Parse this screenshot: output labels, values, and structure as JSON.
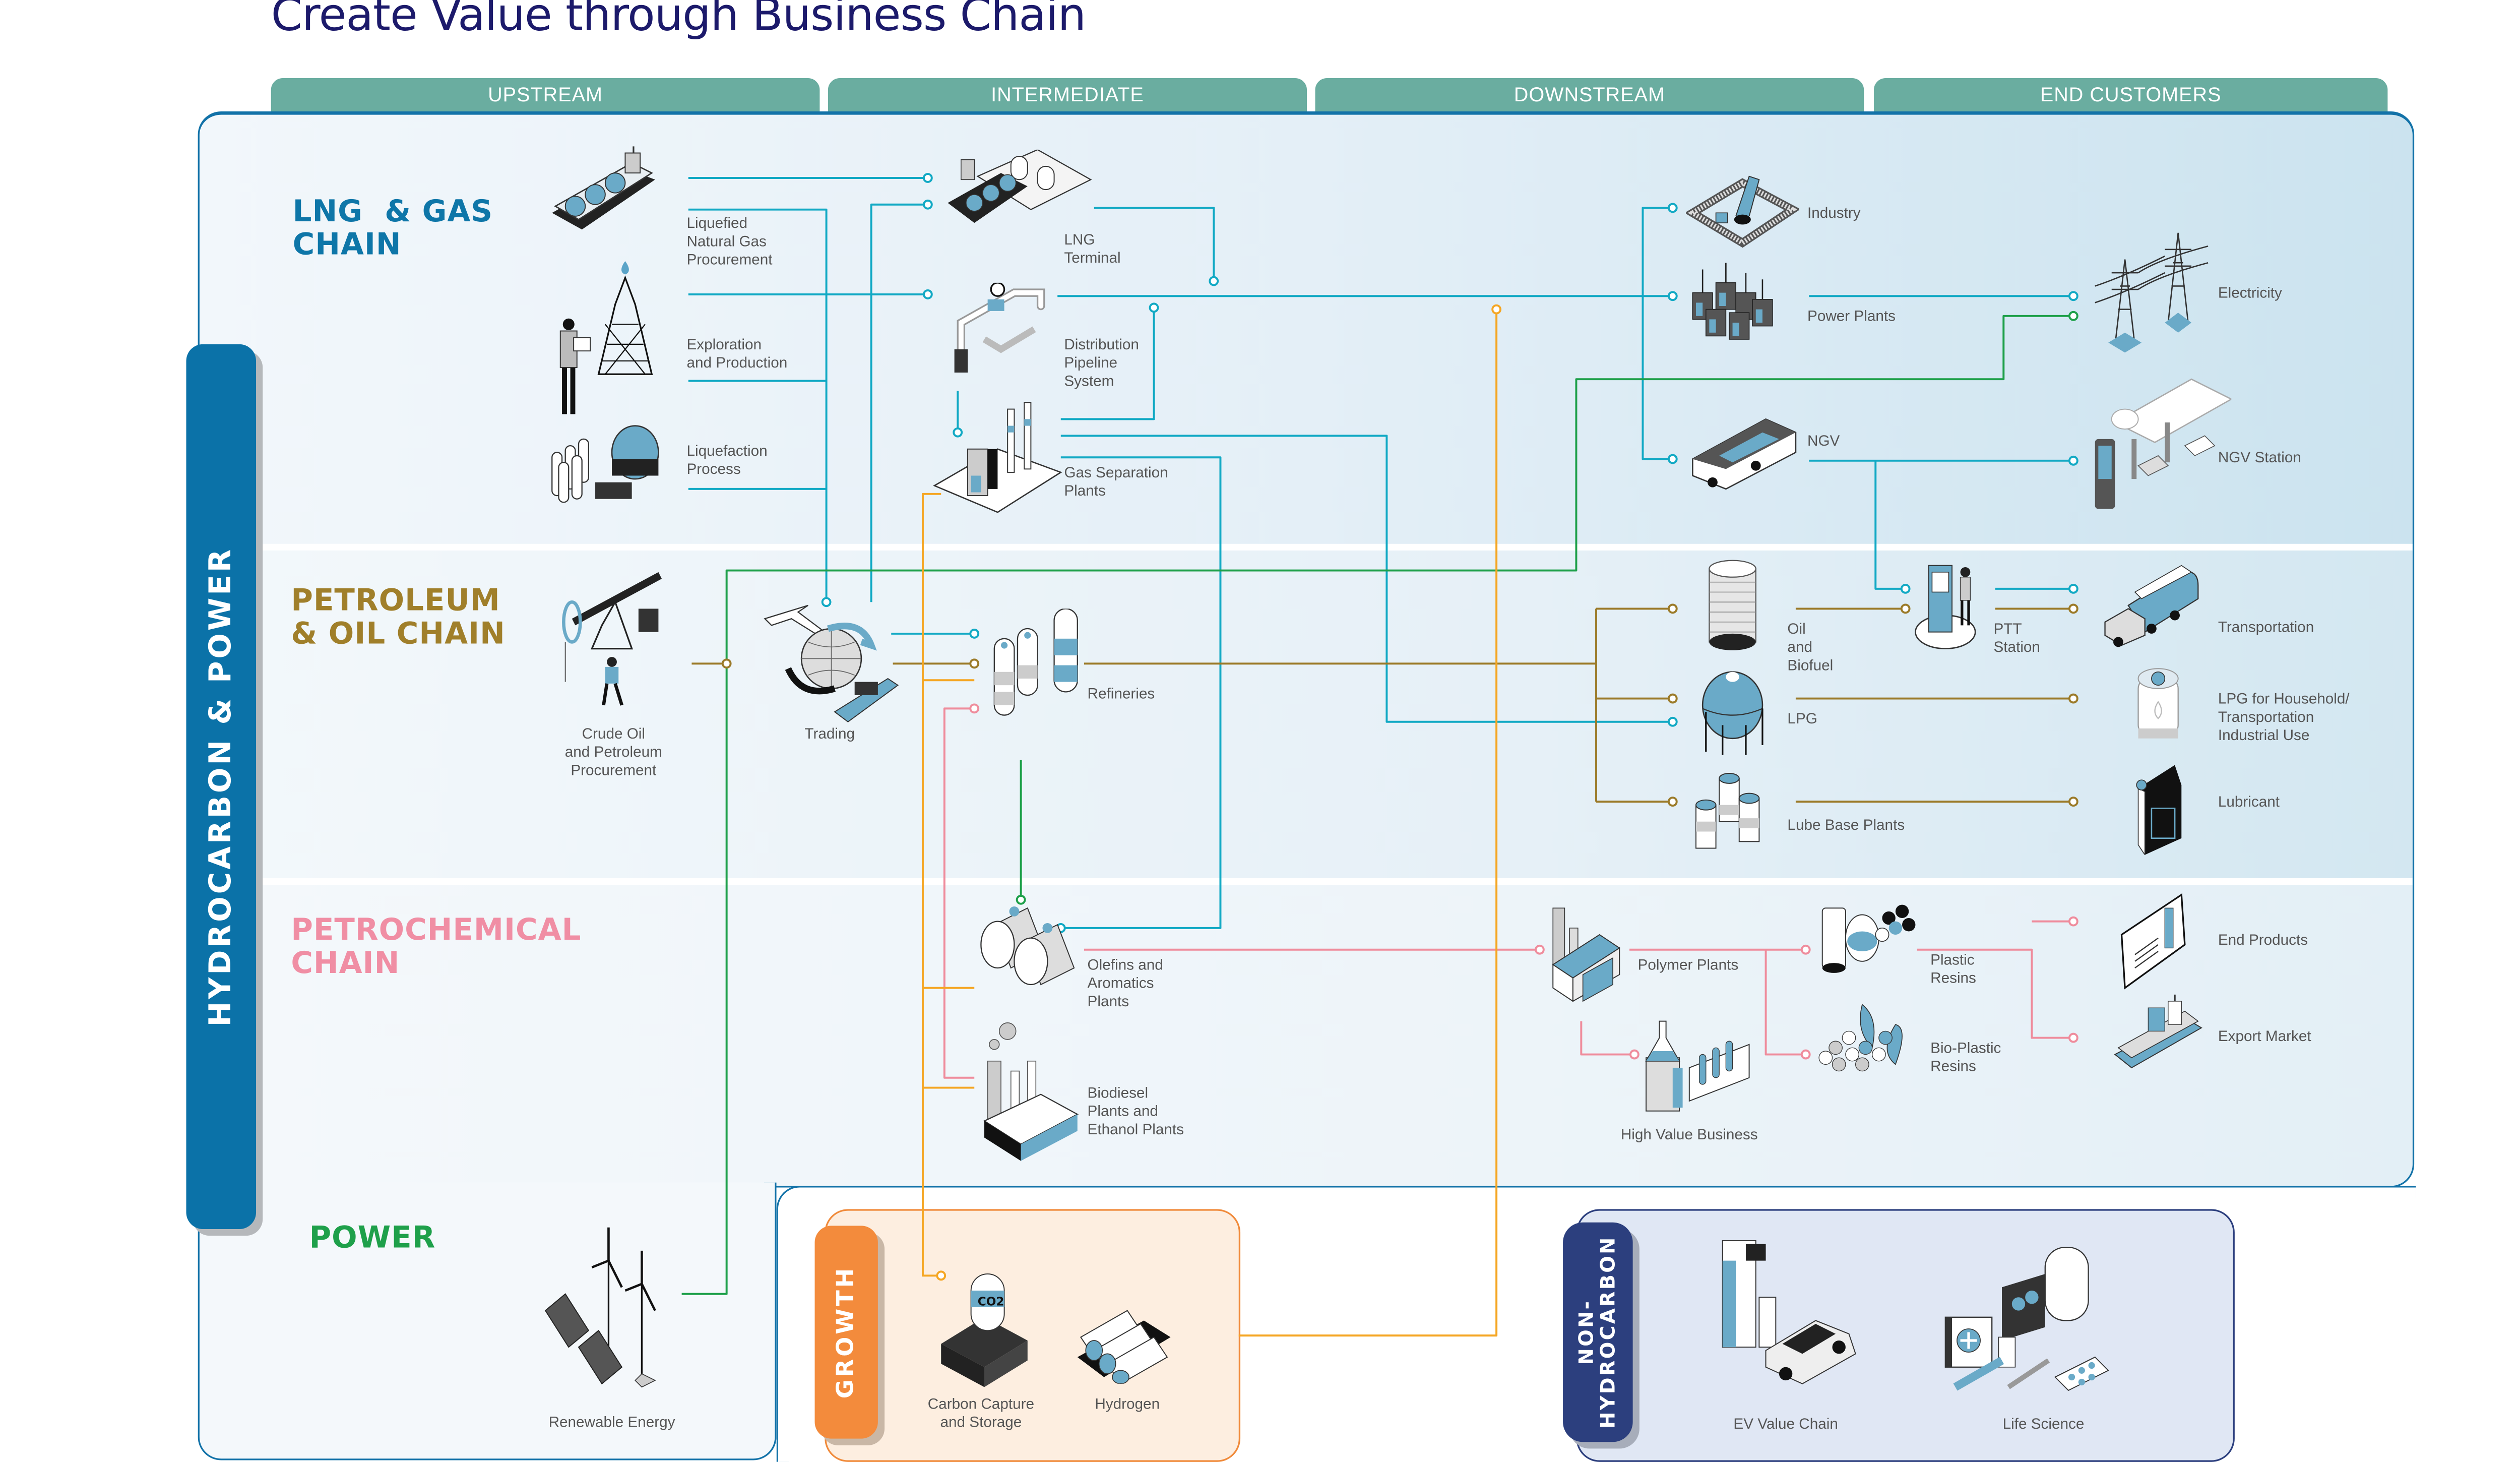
{
  "title": "Create Value through Business Chain",
  "stages": [
    "UPSTREAM",
    "INTERMEDIATE",
    "DOWNSTREAM",
    "END CUSTOMERS"
  ],
  "group_tabs": {
    "hydrocarbon": "HYDROCARBON & POWER",
    "growth": "GROWTH",
    "non_hydrocarbon": "NON-\nHYDROCARBON"
  },
  "colors": {
    "lng": "#0e76a8",
    "petroleum": "#a07f2a",
    "petrochemical": "#f08ea4",
    "power": "#1ea04a",
    "line_cyan": "#12a9c4",
    "line_gold": "#9b7a28",
    "line_pink": "#ef8c9c",
    "line_green": "#1ea04a",
    "line_orange": "#f5a623",
    "tab_teal": "#6aada0",
    "border_blue": "#1272a8",
    "growth_orange": "#f38b3c",
    "nonhydro_navy": "#2c3f7e"
  },
  "chains": {
    "lng": {
      "title": "LNG  & GAS\nCHAIN",
      "nodes": {
        "lng_procurement": "Liquefied\nNatural Gas\nProcurement",
        "exploration": "Exploration\nand Production",
        "liquefaction": "Liquefaction\nProcess",
        "lng_terminal": "LNG\nTerminal",
        "pipeline": "Distribution\nPipeline\nSystem",
        "gas_separation": "Gas Separation\nPlants",
        "industry": "Industry",
        "power_plants": "Power Plants",
        "ngv": "NGV",
        "electricity": "Electricity",
        "ngv_station": "NGV Station"
      }
    },
    "petroleum": {
      "title": "PETROLEUM\n& OIL CHAIN",
      "nodes": {
        "crude": "Crude Oil\nand Petroleum\nProcurement",
        "trading": "Trading",
        "refineries": "Refineries",
        "oil_biofuel": "Oil\nand\nBiofuel",
        "ptt_station": "PTT\nStation",
        "lpg": "LPG",
        "lube_base": "Lube Base Plants",
        "transportation": "Transportation",
        "lpg_household": "LPG for Household/\nTransportation\nIndustrial Use",
        "lubricant": "Lubricant"
      }
    },
    "petrochemical": {
      "title": "PETROCHEMICAL\nCHAIN",
      "nodes": {
        "olefins": "Olefins and\nAromatics\nPlants",
        "biodiesel": "Biodiesel\nPlants and\nEthanol Plants",
        "polymer": "Polymer Plants",
        "high_value": "High Value Business",
        "plastic_resins": "Plastic\nResins",
        "bio_plastic": "Bio-Plastic\nResins",
        "end_products": "End Products",
        "export_market": "Export Market"
      }
    },
    "power": {
      "title": "POWER",
      "nodes": {
        "renewable": "Renewable Energy"
      }
    }
  },
  "growth": {
    "nodes": {
      "ccs": "Carbon Capture\nand Storage",
      "hydrogen": "Hydrogen"
    }
  },
  "non_hydrocarbon": {
    "nodes": {
      "ev": "EV Value Chain",
      "life_science": "Life Science"
    }
  },
  "icons": {
    "lng_procurement": "lng-carrier-ship-icon",
    "exploration": "drilling-rig-with-engineer-icon",
    "liquefaction": "liquefaction-tanks-icon",
    "lng_terminal": "lng-terminal-icon",
    "pipeline": "pipeline-valve-icon",
    "gas_separation": "gas-separation-plant-icon",
    "industry": "robotic-arm-conveyor-icon",
    "power_plants": "power-plant-buildings-icon",
    "ngv": "bus-icon",
    "electricity": "transmission-tower-icon",
    "ngv_station": "ngv-fuel-station-icon",
    "crude": "oil-pumpjack-worker-icon",
    "trading": "globe-plane-ship-icon",
    "refineries": "refinery-columns-icon",
    "oil_biofuel": "storage-tank-icon",
    "ptt_station": "fuel-pump-attendant-icon",
    "lpg": "lpg-sphere-tank-icon",
    "lube_base": "oil-drums-icon",
    "transportation": "tanker-truck-icon",
    "lpg_household": "gas-cylinder-icon",
    "lubricant": "lubricant-can-icon",
    "olefins": "horizontal-tanks-icon",
    "biodiesel": "factory-chimney-icon",
    "polymer": "polymer-factory-icon",
    "high_value": "lab-equipment-icon",
    "plastic_resins": "beaker-molecule-icon",
    "bio_plastic": "pellets-leaves-icon",
    "end_products": "product-card-icon",
    "export_market": "cargo-ship-icon",
    "renewable": "wind-solar-icon",
    "ccs": "co2-tank-icon",
    "hydrogen": "hydrogen-cylinders-icon",
    "ev": "ev-charger-car-icon",
    "life_science": "medical-kit-icon"
  }
}
